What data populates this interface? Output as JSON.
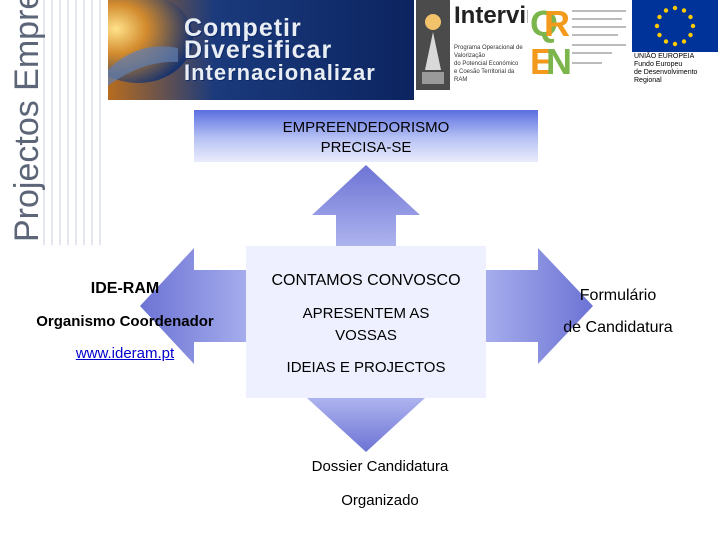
{
  "branding": {
    "side_title": "Projectos Empresariais",
    "banner_lines": [
      "Competir",
      "Diversificar",
      "Internacionalizar"
    ],
    "intervir_name": "Intervir+",
    "intervir_subtitle": [
      "Programa Operacional de Valorização",
      "do Potencial Económico",
      "e Coesão Territorial da RAM"
    ],
    "qren_letters": "QREN",
    "eu_caption": [
      "UNIÃO EUROPEIA",
      "Fundo Europeu",
      "de Desenvolvimento",
      "Regional"
    ],
    "colors": {
      "navy": "#0e2a66",
      "qren_green": "#7bb54b",
      "qren_orange": "#f39a1c",
      "eu_blue": "#003399",
      "eu_star": "#ffcc00"
    }
  },
  "top_box": {
    "line1": "EMPREENDEDORISMO",
    "line2": "PRECISA-SE"
  },
  "left": {
    "name": "IDE-RAM",
    "role": "Organismo Coordenador",
    "link": "www.ideram.pt"
  },
  "center": {
    "line1": "CONTAMOS CONVOSCO",
    "line2a": "APRESENTEM AS",
    "line2b": "VOSSAS",
    "line3": "IDEIAS E PROJECTOS"
  },
  "right": {
    "line1": "Formulário",
    "line2": "de Candidatura"
  },
  "bottom": {
    "line1": "Dossier Candidatura",
    "line2": "Organizado"
  }
}
